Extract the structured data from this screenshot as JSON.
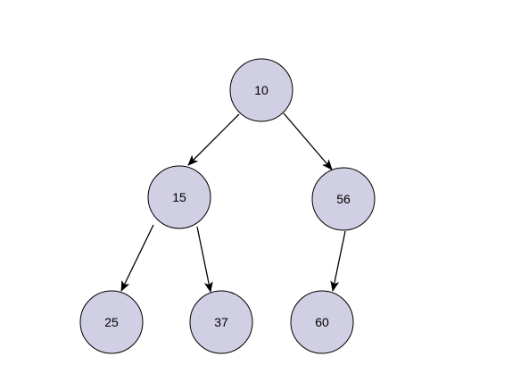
{
  "diagram": {
    "node_fill": "#d0cfe3",
    "node_stroke": "#000000",
    "nodes": [
      {
        "id": "n10",
        "label": "10"
      },
      {
        "id": "n15",
        "label": "15"
      },
      {
        "id": "n56",
        "label": "56"
      },
      {
        "id": "n25",
        "label": "25"
      },
      {
        "id": "n37",
        "label": "37"
      },
      {
        "id": "n60",
        "label": "60"
      }
    ],
    "edges": [
      {
        "from": "n10",
        "to": "n15"
      },
      {
        "from": "n10",
        "to": "n56"
      },
      {
        "from": "n15",
        "to": "n25"
      },
      {
        "from": "n15",
        "to": "n37"
      },
      {
        "from": "n56",
        "to": "n60"
      }
    ]
  }
}
